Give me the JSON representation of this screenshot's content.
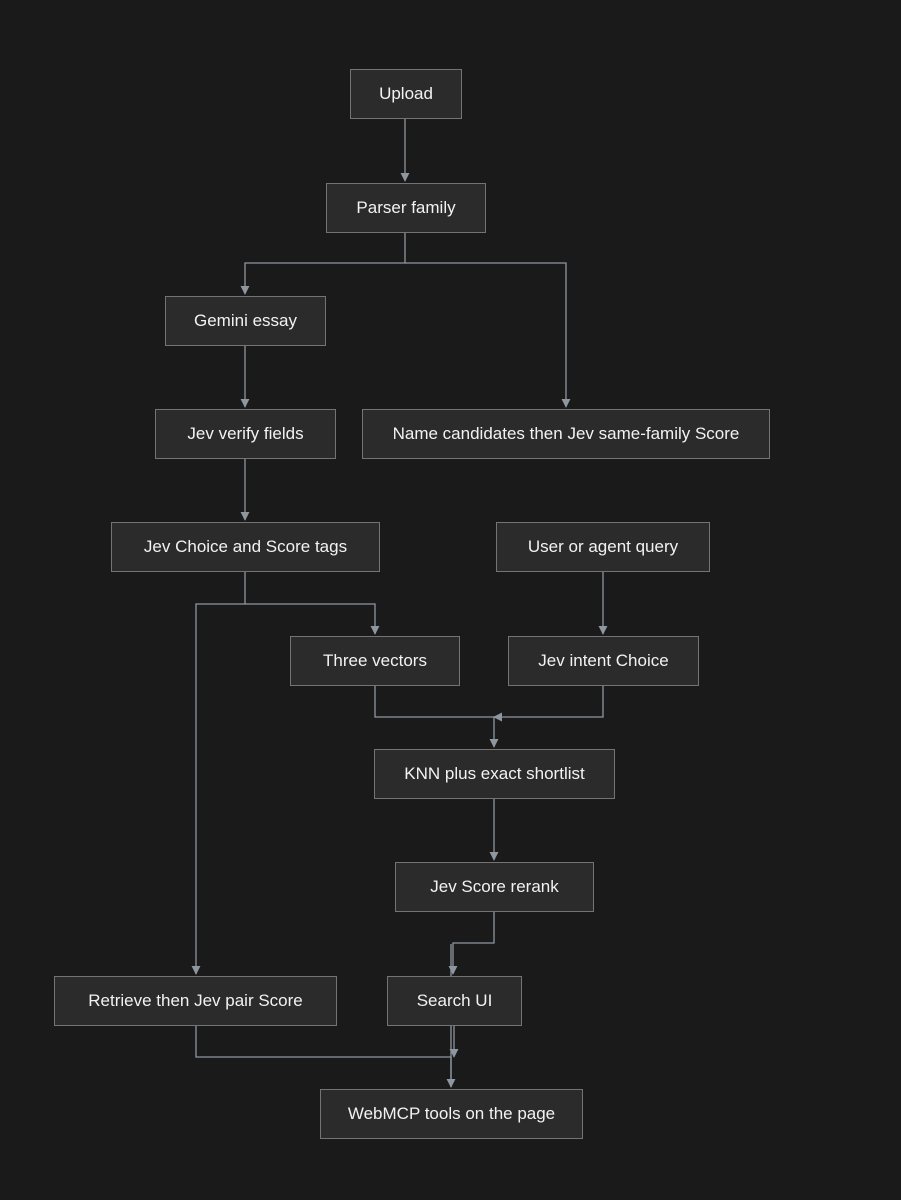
{
  "colors": {
    "background": "#1a1a1a",
    "node_fill": "#2b2b2b",
    "node_border": "#747474",
    "edge": "#8e96a0",
    "text": "#f2f2f2"
  },
  "nodes": {
    "upload": "Upload",
    "parser_family": "Parser family",
    "gemini_essay": "Gemini essay",
    "jev_verify_fields": "Jev verify fields",
    "name_candidates": "Name candidates then Jev same-family Score",
    "jev_choice_score_tags": "Jev Choice and Score tags",
    "user_agent_query": "User or agent query",
    "three_vectors": "Three vectors",
    "jev_intent_choice": "Jev intent Choice",
    "knn_shortlist": "KNN plus exact shortlist",
    "jev_score_rerank": "Jev Score rerank",
    "retrieve_pair_score": "Retrieve then Jev pair Score",
    "search_ui": "Search UI",
    "webmcp_tools": "WebMCP tools on the page"
  },
  "edges": [
    {
      "from": "upload",
      "to": "parser_family"
    },
    {
      "from": "parser_family",
      "to": "gemini_essay"
    },
    {
      "from": "parser_family",
      "to": "name_candidates"
    },
    {
      "from": "gemini_essay",
      "to": "jev_verify_fields"
    },
    {
      "from": "jev_verify_fields",
      "to": "jev_choice_score_tags"
    },
    {
      "from": "jev_choice_score_tags",
      "to": "retrieve_pair_score"
    },
    {
      "from": "jev_choice_score_tags",
      "to": "three_vectors"
    },
    {
      "from": "user_agent_query",
      "to": "jev_intent_choice"
    },
    {
      "from": "three_vectors",
      "to": "knn_shortlist"
    },
    {
      "from": "jev_intent_choice",
      "to": "knn_shortlist"
    },
    {
      "from": "knn_shortlist",
      "to": "jev_score_rerank"
    },
    {
      "from": "jev_score_rerank",
      "to": "search_ui"
    },
    {
      "from": "retrieve_pair_score",
      "to": "webmcp_tools"
    },
    {
      "from": "search_ui",
      "to": "webmcp_tools"
    }
  ]
}
